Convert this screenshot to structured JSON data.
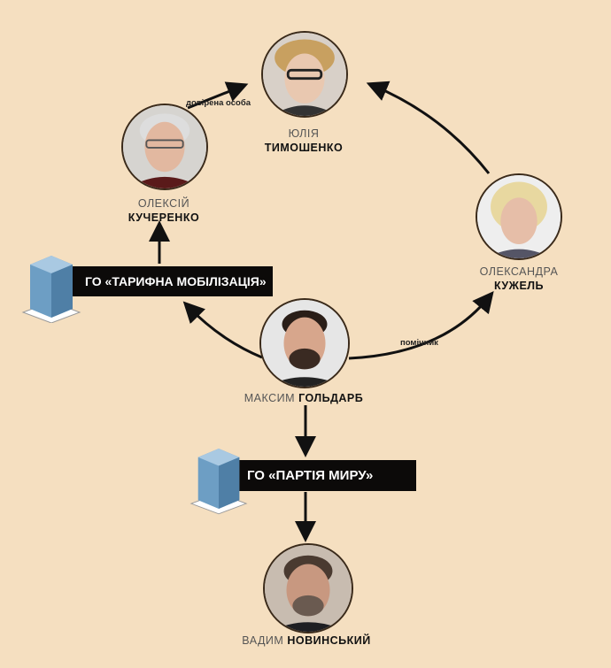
{
  "people": {
    "tymoshenko": {
      "first": "ЮЛІЯ",
      "last": "ТИМОШЕНКО"
    },
    "kucherenko": {
      "first": "ОЛЕКСІЙ",
      "last": "КУЧЕРЕНКО"
    },
    "kuzhel": {
      "first": "ОЛЕКСАНДРА",
      "last": "КУЖЕЛЬ"
    },
    "goldarb": {
      "first": "МАКСИМ",
      "last": "ГОЛЬДАРБ"
    },
    "novynskyi": {
      "first": "ВАДИМ",
      "last": "НОВИНСЬКИЙ"
    }
  },
  "organizations": {
    "tarifna": "ГО «ТАРИФНА МОБІЛІЗАЦІЯ»",
    "partiia": "ГО «ПАРТІЯ МИРУ»"
  },
  "relations": {
    "trusted_person": "довірена особа",
    "assistant": "помічник"
  },
  "colors": {
    "background": "#f5dfc0",
    "label_box": "#0c0a09",
    "building": "#6d9ec4"
  }
}
